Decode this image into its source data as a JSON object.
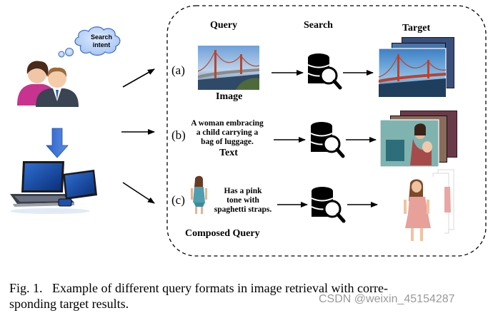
{
  "figure": {
    "thought_bubble": {
      "line1": "Search",
      "line2": "intent"
    },
    "headers": {
      "query": "Query",
      "search": "Search",
      "target": "Target"
    },
    "rows": [
      {
        "label": "(a)",
        "query_caption": "Image"
      },
      {
        "label": "(b)",
        "query_text": [
          "A woman embracing",
          "a child carrying a",
          "bag of luggage."
        ],
        "query_caption": "Text"
      },
      {
        "label": "(c)",
        "query_text": [
          "Has a pink",
          "tone with",
          "spaghetti straps."
        ],
        "query_caption": "Composed Query"
      }
    ]
  },
  "caption": {
    "line1": "Fig. 1.   Example of different query formats in image retrieval with corre-",
    "line2": "sponding target results."
  },
  "watermark": "CSDN @weixin_45154287"
}
